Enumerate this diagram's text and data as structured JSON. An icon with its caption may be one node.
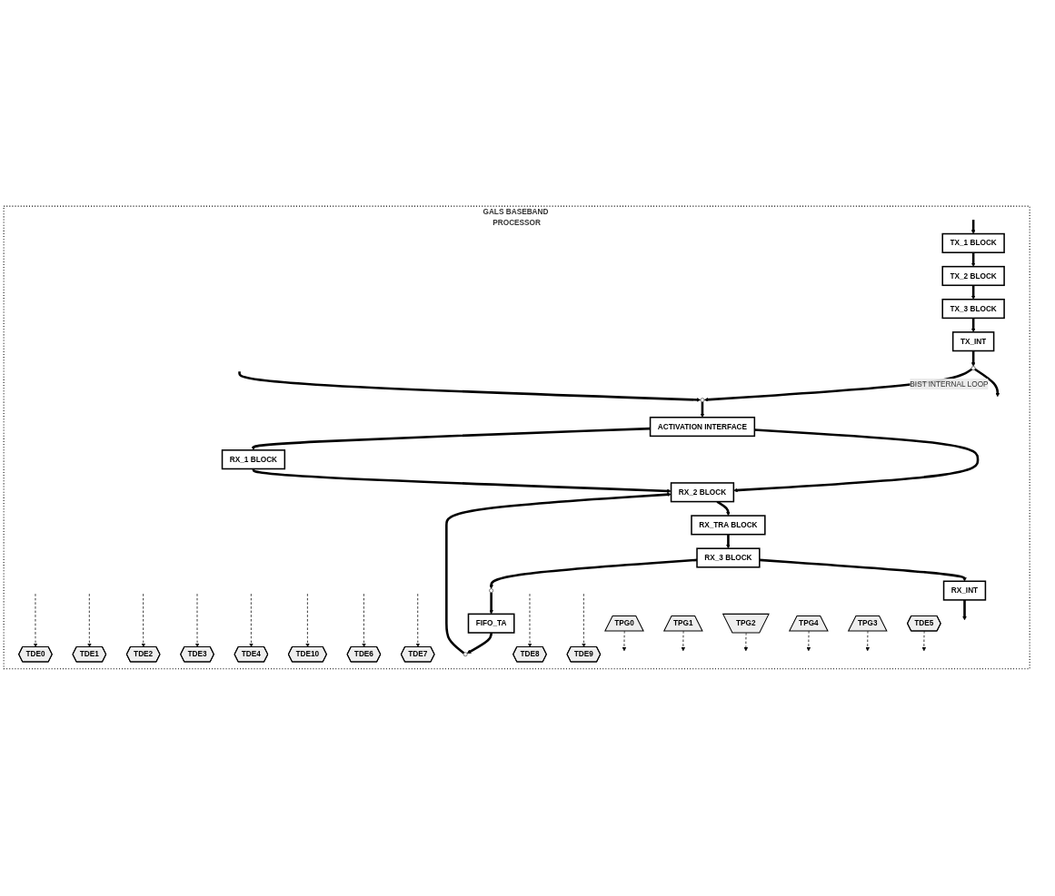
{
  "diagram": {
    "nodes": [
      {
        "text": [
          "GALS BASEBAND PROCESSOR"
        ]
      },
      {
        "text": [
          "TDE0"
        ],
        "in": 0
      },
      {
        "text": [
          "TDE1"
        ],
        "in": 0
      },
      {
        "text": [
          "TDE2"
        ],
        "in": 0
      },
      {
        "text": [
          "TDE3"
        ],
        "in": 0
      },
      {
        "text": [
          "TDE4"
        ],
        "in": 0
      },
      {
        "text": [
          "TX_1 BLOCK"
        ],
        "in": 0
      },
      {
        "text": [
          "TX_2 BLOCK"
        ],
        "in": 0
      },
      {
        "text": [
          "TX_3 BLOCK"
        ],
        "in": 0
      },
      {
        "text": [
          "TX_INT"
        ],
        "in": 0
      },
      {
        "text": [],
        "shape": "circle",
        "in": 0
      },
      {
        "text": [
          "TPG0"
        ],
        "in": 0
      },
      {
        "text": [
          "TPG1"
        ],
        "in": 0
      },
      {
        "text": [
          "RX_1 BLOCK"
        ],
        "in": 0
      },
      {
        "text": [
          "TPG2"
        ],
        "in": 0
      },
      {
        "text": [
          "ACTIVATION INTERFACE"
        ],
        "in": 0
      },
      {
        "text": [
          "TDE10"
        ],
        "in": 0
      },
      {
        "text": [
          "TDE6"
        ],
        "in": 0
      },
      {
        "text": [],
        "shape": "circle",
        "in": 0
      },
      {
        "text": [
          "TDE7"
        ],
        "in": 0
      },
      {
        "text": [
          "RX_INT"
        ],
        "in": 0
      },
      {
        "text": [
          "RX_3 BLOCK"
        ],
        "in": 0
      },
      {
        "text": [
          "RX_TRA BLOCK"
        ],
        "in": 0
      },
      {
        "text": [
          "RX_2 BLOCK"
        ],
        "in": 0
      },
      {
        "text": [
          "TPG4"
        ],
        "in": 0
      },
      {
        "text": [
          "TPG3"
        ],
        "in": 0
      },
      {
        "text": [
          "TDE5"
        ],
        "in": 0
      },
      {
        "text": [],
        "shape": "circle",
        "in": 0
      },
      {
        "text": [
          "FIFO_TA"
        ],
        "in": 0
      },
      {
        "text": [],
        "shape": "circle",
        "in": 0
      },
      {
        "text": [
          "TDE8"
        ],
        "in": 0
      },
      {
        "text": [
          "TDE9"
        ],
        "in": 0
      }
    ],
    "edges": [
      {
        "from": null,
        "to": 6,
        "arrow": "to"
      },
      {
        "from": 6,
        "to": 7,
        "arrow": "to"
      },
      {
        "from": 7,
        "to": 8,
        "arrow": "to"
      },
      {
        "from": 8,
        "to": 9,
        "arrow": "to"
      },
      {
        "from": 9,
        "to": 10,
        "arrow": "to"
      },
      {
        "from": 10,
        "to": null,
        "arrow": "to"
      },
      {
        "from": null,
        "to": 1,
        "arrow": "to",
        "style": "dashed"
      },
      {
        "from": null,
        "to": 2,
        "arrow": "to",
        "style": "dashed"
      },
      {
        "from": null,
        "to": 3,
        "arrow": "to",
        "style": "dashed"
      },
      {
        "from": null,
        "to": 4,
        "arrow": "to",
        "style": "dashed"
      },
      {
        "from": null,
        "to": 5,
        "arrow": "to",
        "style": "dashed"
      },
      {
        "from": 11,
        "to": null,
        "arrow": "to",
        "style": "dashed"
      },
      {
        "from": 12,
        "to": null,
        "arrow": "to",
        "style": "dashed"
      },
      {
        "from": 10,
        "to": 18,
        "arrow": "to",
        "label": "BIST INTERNAL LOOP"
      },
      {
        "from": null,
        "to": 18,
        "arrow": "to"
      },
      {
        "from": 18,
        "to": 15,
        "arrow": "to"
      },
      {
        "from": 14,
        "to": null,
        "arrow": "to",
        "style": "dashed"
      },
      {
        "from": 15,
        "to": 13,
        "arrow": "to"
      },
      {
        "from": 15,
        "to": 23,
        "arrow": "to"
      },
      {
        "from": 13,
        "to": 23,
        "arrow": "to"
      },
      {
        "from": 26,
        "to": null,
        "arrow": "to",
        "style": "dashed"
      },
      {
        "from": 23,
        "to": 22,
        "arrow": "to"
      },
      {
        "from": null,
        "to": 17,
        "arrow": "to",
        "style": "dashed"
      },
      {
        "from": 25,
        "to": null,
        "arrow": "to",
        "style": "dashed"
      },
      {
        "from": 22,
        "to": 21,
        "arrow": "to"
      },
      {
        "from": null,
        "to": 19,
        "arrow": "to",
        "style": "dashed"
      },
      {
        "from": 24,
        "to": null,
        "arrow": "to",
        "style": "dashed"
      },
      {
        "from": 21,
        "to": 20,
        "arrow": "to"
      },
      {
        "from": 20,
        "to": null,
        "arrow": "to"
      },
      {
        "from": null,
        "to": 16,
        "arrow": "to",
        "style": "dashed"
      },
      {
        "from": 21,
        "to": 27,
        "arrow": "to"
      },
      {
        "from": 27,
        "to": 28,
        "arrow": "to"
      },
      {
        "from": null,
        "to": 30,
        "arrow": "to",
        "style": "dashed"
      },
      {
        "from": 28,
        "to": 29,
        "arrow": "to"
      },
      {
        "from": null,
        "to": 31,
        "arrow": "to",
        "style": "dashed"
      },
      {
        "from": 29,
        "to": 23,
        "arrow": "to"
      }
    ]
  }
}
